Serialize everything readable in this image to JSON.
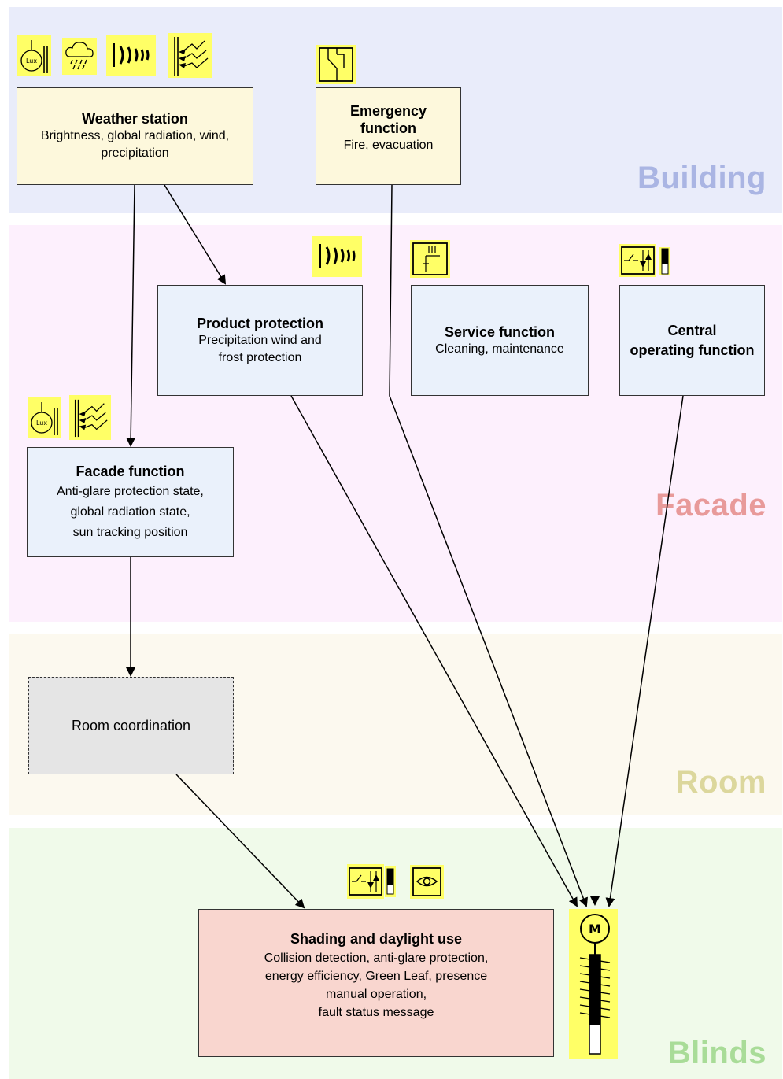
{
  "zones": {
    "building": {
      "label": "Building",
      "color": "#e9ecfa",
      "label_color": "#aab5e3"
    },
    "facade": {
      "label": "Facade",
      "color": "#fdf0fd",
      "label_color": "#e89a9a"
    },
    "room": {
      "label": "Room",
      "color": "#fcf9ef",
      "label_color": "#dcd79c"
    },
    "blinds": {
      "label": "Blinds",
      "color": "#f0faea",
      "label_color": "#a9dc98"
    }
  },
  "boxes": {
    "weather_station": {
      "title": "Weather station",
      "lines": [
        "Brightness, global radiation, wind,",
        "precipitation"
      ]
    },
    "emergency_function": {
      "title_lines": [
        "Emergency",
        "function"
      ],
      "sub": "Fire, evacuation"
    },
    "product_protection": {
      "title": "Product protection",
      "lines": [
        "Precipitation wind and",
        "frost protection"
      ]
    },
    "service_function": {
      "title": "Service function",
      "sub": "Cleaning, maintenance"
    },
    "central_operating": {
      "title_lines": [
        "Central",
        "operating function"
      ]
    },
    "facade_function": {
      "title": "Facade function",
      "lines": [
        "Anti-glare protection state,",
        "global radiation state,",
        "sun tracking position"
      ]
    },
    "room_coordination": {
      "label": "Room coordination"
    },
    "shading_daylight": {
      "title": "Shading and daylight use",
      "lines": [
        "Collision detection, anti-glare protection,",
        "energy efficiency, Green Leaf, presence",
        "manual operation,",
        "fault status message"
      ]
    }
  },
  "colors": {
    "icon_yellow": "#ffff66",
    "box_yellow": "#fdf8dc",
    "box_blue": "#eaf1fb",
    "box_gray": "#e5e5e5",
    "box_salmon": "#f9d6cf"
  },
  "icons": {
    "motor_label": "M",
    "lux_label": "Lux"
  }
}
